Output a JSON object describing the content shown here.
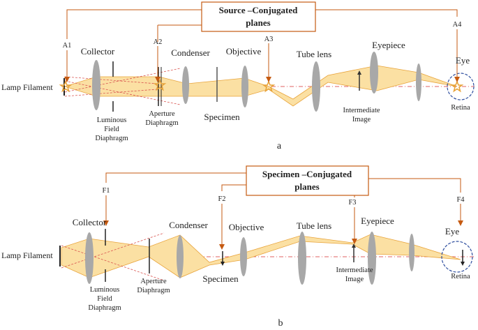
{
  "colors": {
    "beam_fill": "#fbe0a3",
    "beam_edge": "#e8a33a",
    "arrow": "#c55a11",
    "box_border": "#c55a11",
    "axis": "#e06060",
    "lens": "#a8a8a8",
    "eye_circle": "#2f4f9f"
  },
  "icons": {
    "plane_marker": "star-outline-icon",
    "eye": "dashed-circle-icon"
  },
  "panel_a": {
    "panel_label": "a",
    "box_title_line1": "Source –Conjugated",
    "box_title_line2": "planes",
    "markers": [
      "A1",
      "A2",
      "A3",
      "A4"
    ],
    "labels": {
      "lamp_filament": "Lamp Filament",
      "collector": "Collector",
      "condenser": "Condenser",
      "objective": "Objective",
      "tube_lens": "Tube lens",
      "eyepiece": "Eyepiece",
      "eye": "Eye",
      "luminous_field_l1": "Luminous",
      "luminous_field_l2": "Field",
      "luminous_field_l3": "Diaphragm",
      "aperture_l1": "Aperture",
      "aperture_l2": "Diaphragm",
      "specimen": "Specimen",
      "intermediate_l1": "Intermediate",
      "intermediate_l2": "Image",
      "retina": "Retina"
    }
  },
  "panel_b": {
    "panel_label": "b",
    "box_title_line1": "Specimen –Conjugated",
    "box_title_line2": "planes",
    "markers": [
      "F1",
      "F2",
      "F3",
      "F4"
    ],
    "labels": {
      "lamp_filament": "Lamp Filament",
      "collector": "Collector",
      "condenser": "Condenser",
      "objective": "Objective",
      "tube_lens": "Tube lens",
      "eyepiece": "Eyepiece",
      "eye": "Eye",
      "luminous_field_l1": "Luminous",
      "luminous_field_l2": "Field",
      "luminous_field_l3": "Diaphragm",
      "aperture_l1": "Aperture",
      "aperture_l2": "Diaphragm",
      "specimen": "Specimen",
      "intermediate_l1": "Intermediate",
      "intermediate_l2": "Image",
      "retina": "Retina"
    }
  }
}
